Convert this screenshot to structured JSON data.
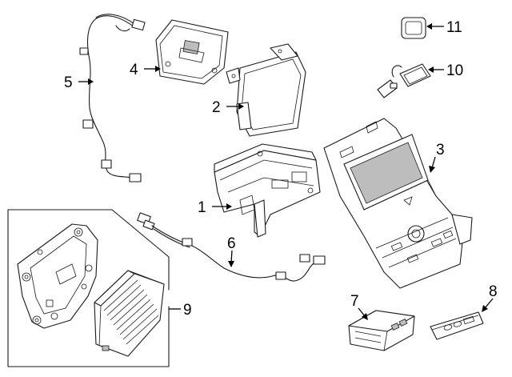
{
  "callouts": {
    "c1": "1",
    "c2": "2",
    "c3": "3",
    "c4": "4",
    "c5": "5",
    "c6": "6",
    "c7": "7",
    "c8": "8",
    "c9": "9",
    "c10": "10",
    "c11": "11"
  },
  "colors": {
    "line": "#1a1a1a",
    "background": "#ffffff"
  }
}
